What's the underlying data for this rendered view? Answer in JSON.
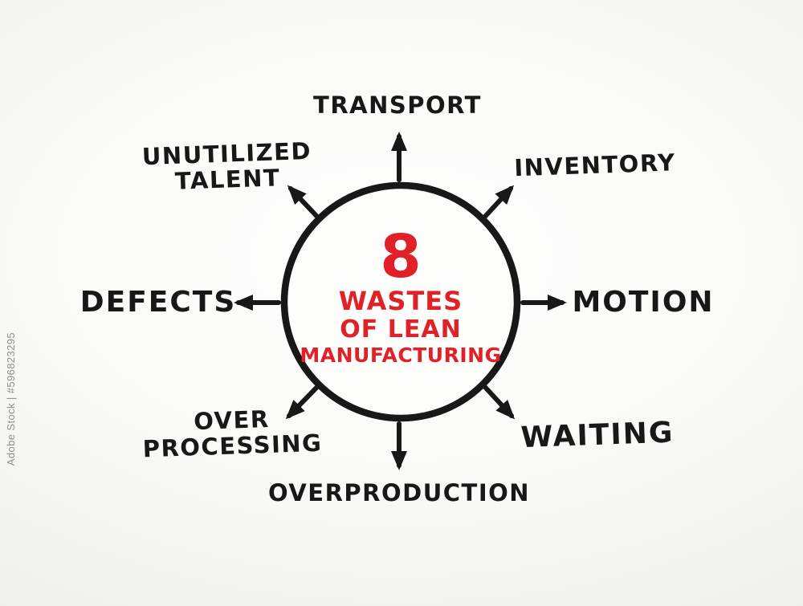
{
  "title": "8 Wastes of Lean Manufacturing mind map",
  "center": {
    "number": "8",
    "title_lines": [
      "WASTES",
      "OF LEAN",
      "MANUFACTURING"
    ]
  },
  "nodes": [
    {
      "id": "transport",
      "label": "TRANSPORT"
    },
    {
      "id": "inventory",
      "label": "INVENTORY"
    },
    {
      "id": "motion",
      "label": "MOTION"
    },
    {
      "id": "waiting",
      "label": "WAITING"
    },
    {
      "id": "overproduction",
      "label": "OVERPRODUCTION"
    },
    {
      "id": "over-processing",
      "label": "OVER PROCESSING"
    },
    {
      "id": "defects",
      "label": "DEFECTS"
    },
    {
      "id": "unutilized-talent",
      "label": "UNUTILIZED TALENT"
    }
  ],
  "watermark": {
    "text": "Adobe Stock | #596823295"
  },
  "colors": {
    "ink": "#181818",
    "accent": "#e02127"
  }
}
